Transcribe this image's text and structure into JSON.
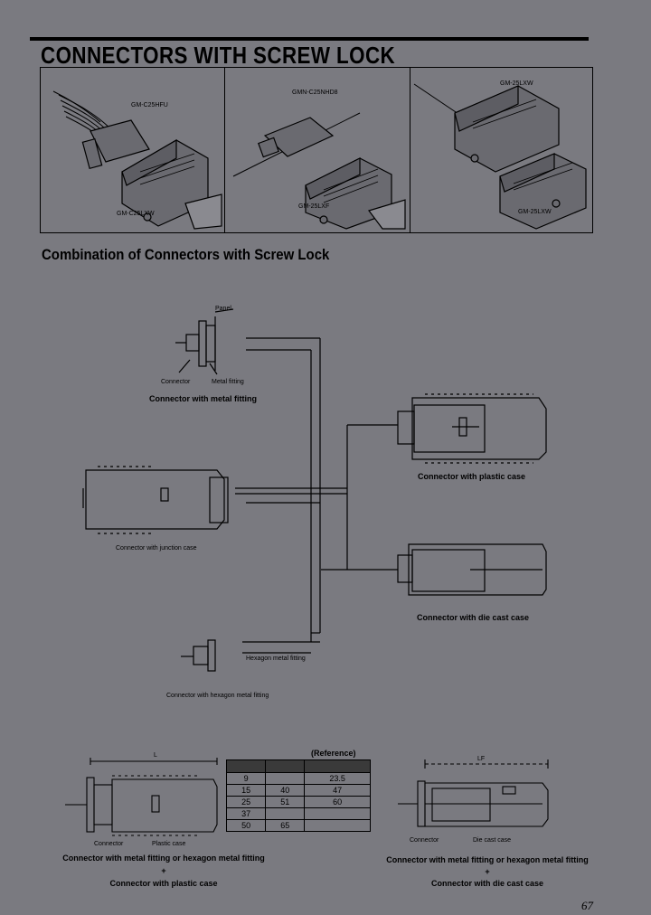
{
  "title": "CONNECTORS WITH SCREW LOCK",
  "photos": [
    {
      "label_top": "GM-C25HFU",
      "label_bottom": "GM-C25LXW"
    },
    {
      "label_top": "GMN-C25NHD8",
      "label_bottom": "GM-25LXF"
    },
    {
      "label_top": "GM-25LXW",
      "label_bottom": "GM-25LXW"
    }
  ],
  "section_title": "Combination of Connectors with Screw Lock",
  "combo": {
    "panel_label": "Panel",
    "connector_label": "Connector",
    "metal_fitting_label": "Metal fitting",
    "metal_fitting_caption": "Connector with metal fitting",
    "junction_caption": "Connector with junction case",
    "hexagon_label": "Hexagon metal fitting",
    "hexagon_caption": "Connector with hexagon metal fitting",
    "plastic_caption": "Connector with plastic case",
    "die_cast_caption": "Connector with die cast case"
  },
  "bottom": {
    "left": {
      "dim_label": "L",
      "connector_label": "Connector",
      "plastic_case_label": "Plastic case",
      "caption_1": "Connector with metal fitting or hexagon metal fitting",
      "plus": "+",
      "caption_2": "Connector with plastic case"
    },
    "reference": {
      "label": "(Reference)",
      "rows": [
        [
          "9",
          "",
          "23.5"
        ],
        [
          "15",
          "40",
          "47"
        ],
        [
          "25",
          "51",
          "60"
        ],
        [
          "37",
          "",
          ""
        ],
        [
          "50",
          "65",
          ""
        ]
      ]
    },
    "right": {
      "dim_label": "LF",
      "connector_label": "Connector",
      "die_cast_label": "Die cast case",
      "caption_1": "Connector with metal fitting or hexagon metal fitting",
      "plus": "+",
      "caption_2": "Connector with die cast case"
    }
  },
  "page_number": "67"
}
